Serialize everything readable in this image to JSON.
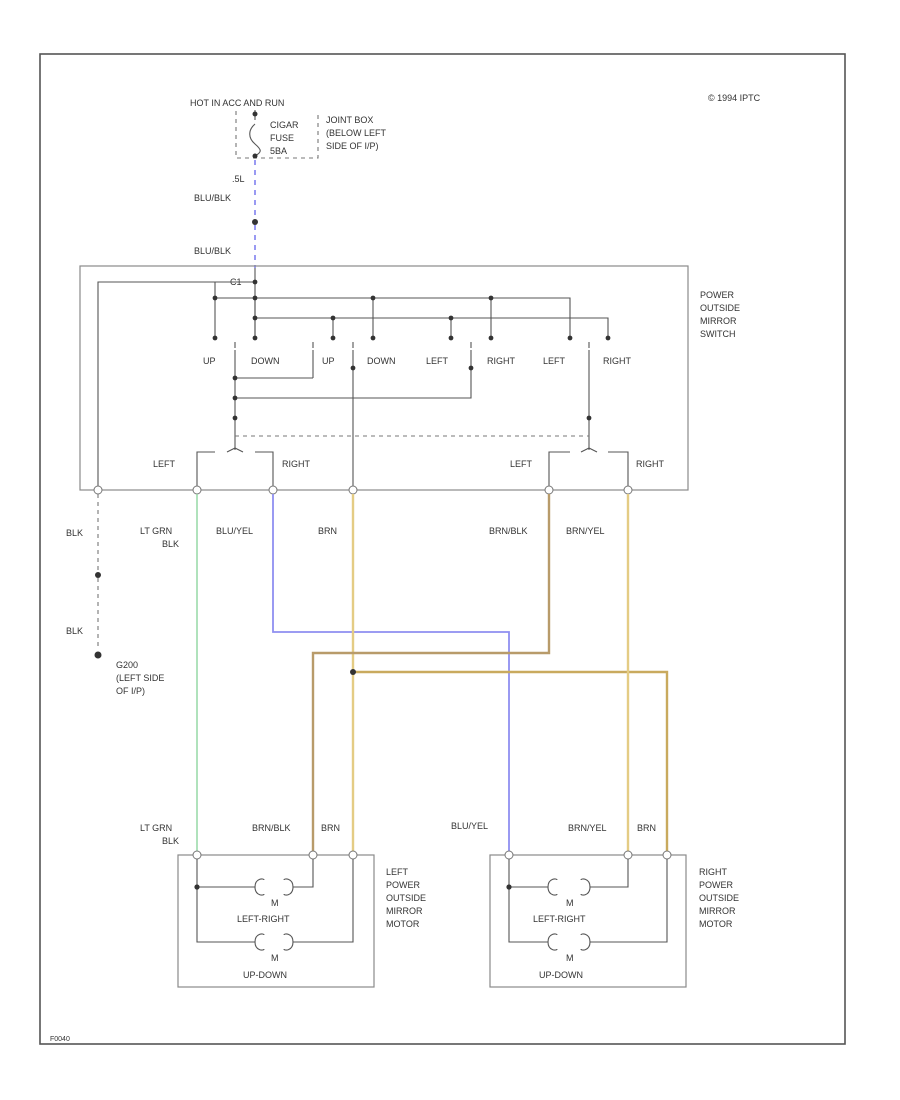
{
  "colors": {
    "blue_wire": "#8f8ff0",
    "green_wire": "#8fd6a0",
    "yellow_wire": "#e4cc84",
    "brown_yellow_wire": "#c9aa5e",
    "brown_wire": "#b89b6a"
  },
  "header": {
    "copyright": "© 1994 IPTC",
    "hot_label": "HOT IN ACC AND RUN",
    "joint_box_fuse": [
      "CIGAR",
      "FUSE",
      "5BA"
    ],
    "joint_box_label": [
      "JOINT BOX",
      "(BELOW LEFT",
      "SIDE OF I/P)"
    ],
    "fuse_wire_gauge": ".5L",
    "feed_wire_1": "BLU/BLK",
    "feed_wire_2": "BLU/BLK"
  },
  "switch": {
    "title": [
      "POWER",
      "OUTSIDE",
      "MIRROR",
      "SWITCH"
    ],
    "contact_labels": [
      "UP",
      "DOWN",
      "UP",
      "DOWN",
      "LEFT",
      "RIGHT",
      "LEFT",
      "RIGHT"
    ],
    "selector_left_labels": [
      "LEFT",
      "RIGHT"
    ],
    "selector_right_labels": [
      "LEFT",
      "RIGHT"
    ],
    "c1_label": "C1"
  },
  "wires": {
    "blk_top": "BLK",
    "blk_bottom": "BLK",
    "lt_grn_blk_top": [
      "LT GRN",
      "BLK"
    ],
    "blu_yel_top": "BLU/YEL",
    "brn_top": "BRN",
    "brn_blk_top": "BRN/BLK",
    "brn_yel_top": "BRN/YEL",
    "lt_grn_blk_bottom": [
      "LT GRN",
      "BLK"
    ],
    "brn_blk_bottom": "BRN/BLK",
    "brn_bottom_left": "BRN",
    "blu_yel_bottom": "BLU/YEL",
    "brn_yel_bottom": "BRN/YEL",
    "brn_bottom_right": "BRN"
  },
  "ground": {
    "label": [
      "G200",
      "(LEFT SIDE",
      "OF I/P)"
    ]
  },
  "motors": {
    "left": {
      "title": [
        "LEFT",
        "POWER",
        "OUTSIDE",
        "MIRROR",
        "MOTOR"
      ],
      "motor_symbol_1": "M",
      "motor_label_1": "LEFT-RIGHT",
      "motor_symbol_2": "M",
      "motor_label_2": "UP-DOWN"
    },
    "right": {
      "title": [
        "RIGHT",
        "POWER",
        "OUTSIDE",
        "MIRROR",
        "MOTOR"
      ],
      "motor_symbol_1": "M",
      "motor_label_1": "LEFT-RIGHT",
      "motor_symbol_2": "M",
      "motor_label_2": "UP-DOWN"
    }
  },
  "footer": {
    "code": "F0040"
  }
}
